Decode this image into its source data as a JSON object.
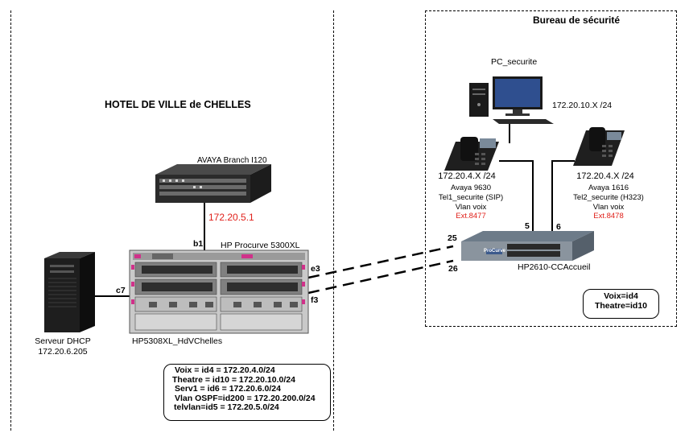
{
  "left_zone": {
    "title": "HOTEL DE VILLE de CHELLES"
  },
  "right_zone": {
    "title": "Bureau de sécurité"
  },
  "avaya_branch": {
    "name": "AVAYA Branch I120",
    "ip": "172.20.5.1"
  },
  "core_switch": {
    "model": "HP Procurve 5300XL",
    "hostname": "HP5308XL_HdVChelles"
  },
  "dhcp_server": {
    "name": "Serveur DHCP",
    "ip": "172.20.6.205"
  },
  "ports": {
    "b1": "b1",
    "c7": "c7",
    "e3": "e3",
    "f3": "f3",
    "p25": "25",
    "p26": "26",
    "p5": "5",
    "p6": "6"
  },
  "pc": {
    "name": "PC_securite",
    "ip": "172.20.10.X /24"
  },
  "phone1": {
    "ip": "172.20.4.X /24",
    "model": "Avaya 9630",
    "name": "Tel1_securite   (SIP)",
    "vlan": "Vlan voix",
    "ext": "Ext.8477"
  },
  "phone2": {
    "ip": "172.20.4.X /24",
    "model": "Avaya 1616",
    "name": "Tel2_securite (H323)",
    "vlan": "Vlan voix",
    "ext": "Ext.8478"
  },
  "access_switch": {
    "hostname": "HP2610-CCAccueil",
    "brand": "ProCurve"
  },
  "legend_main": [
    "Voix = id4 = 172.20.4.0/24",
    "Theatre = id10 = 172.20.10.0/24",
    "Serv1 = id6 = 172.20.6.0/24",
    "Vlan OSPF=id200 = 172.20.200.0/24",
    "telvlan=id5 = 172.20.5.0/24"
  ],
  "legend_right": [
    "Voix=id4",
    "Theatre=id10"
  ],
  "colors": {
    "ip_red": "#e0201a",
    "cable": "#000000"
  }
}
